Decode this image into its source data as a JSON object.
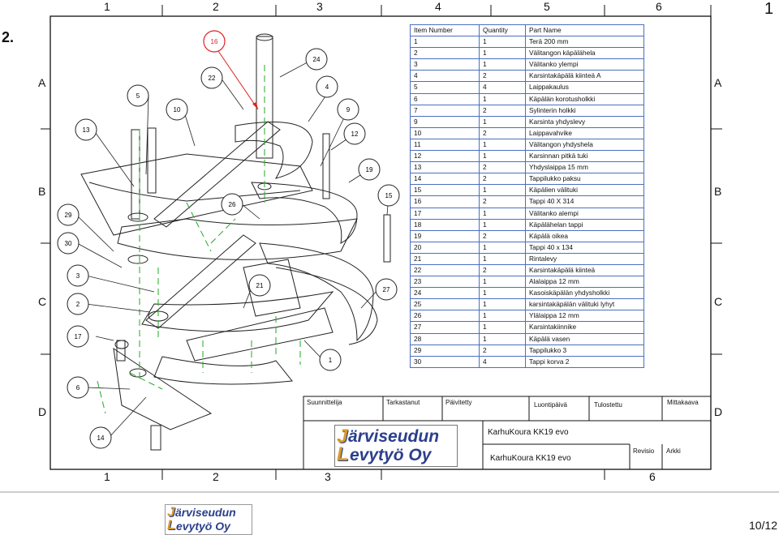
{
  "step_label": "2.",
  "sheet_number": "1",
  "page_number": "10/12",
  "grid": {
    "top": [
      "1",
      "2",
      "3",
      "4",
      "5",
      "6"
    ],
    "bottom": [
      "1",
      "2",
      "3",
      "6"
    ],
    "left": [
      "A",
      "B",
      "C",
      "D"
    ],
    "right": [
      "A",
      "B",
      "C",
      "D"
    ]
  },
  "bom": {
    "headers": [
      "Item Number",
      "Quantity",
      "Part Name"
    ],
    "rows": [
      [
        "1",
        "1",
        "Terä 200 mm"
      ],
      [
        "2",
        "1",
        "Välitangon käpälähela"
      ],
      [
        "3",
        "1",
        "Välitanko ylempi"
      ],
      [
        "4",
        "2",
        "Karsintakäpälä kiinteä A"
      ],
      [
        "5",
        "4",
        "Laippakaulus"
      ],
      [
        "6",
        "1",
        "Käpälän korotusholkki"
      ],
      [
        "7",
        "2",
        "Sylinterin holkki"
      ],
      [
        "9",
        "1",
        "Karsinta yhdyslevy"
      ],
      [
        "10",
        "2",
        "Laippavahvike"
      ],
      [
        "11",
        "1",
        "Välitangon yhdyshela"
      ],
      [
        "12",
        "1",
        "Karsinnan pitkä tuki"
      ],
      [
        "13",
        "2",
        "Yhdyslaippa 15 mm"
      ],
      [
        "14",
        "2",
        "Tappilukko paksu"
      ],
      [
        "15",
        "1",
        "Käpälien välituki"
      ],
      [
        "16",
        "2",
        "Tappi 40 X 314"
      ],
      [
        "17",
        "1",
        "Välitanko alempi"
      ],
      [
        "18",
        "1",
        "Käpälähelan tappi"
      ],
      [
        "19",
        "2",
        "Käpälä oikea"
      ],
      [
        "20",
        "1",
        "Tappi 40 x 134"
      ],
      [
        "21",
        "1",
        "Rintalevy"
      ],
      [
        "22",
        "2",
        "Karsintakäpälä kiinteä"
      ],
      [
        "23",
        "1",
        "Alalaippa 12 mm"
      ],
      [
        "24",
        "1",
        "Kasoiskäpälän yhdysholkki"
      ],
      [
        "25",
        "1",
        "karsintakäpälän välituki lyhyt"
      ],
      [
        "26",
        "1",
        "Ylälaippa 12 mm"
      ],
      [
        "27",
        "1",
        "Karsintakiinnike"
      ],
      [
        "28",
        "1",
        "Käpälä vasen"
      ],
      [
        "29",
        "2",
        "Tappilukko 3"
      ],
      [
        "30",
        "4",
        "Tappi korva 2"
      ]
    ]
  },
  "title_block": {
    "headers": [
      "Suunnittelija",
      "Tarkastanut",
      "Päivitetty",
      "Luontipäivä",
      "Tulostettu",
      "Mittakaava"
    ],
    "title": "KarhuKoura KK19 evo",
    "subtitle": "KarhuKoura KK19 evo",
    "revision_label": "Revisio",
    "sheet_label": "Arkki"
  },
  "logo": {
    "line1": "ärviseudun",
    "line2": "evytyö Oy",
    "initial1": "J",
    "initial2": "L"
  },
  "balloons": [
    "16",
    "24",
    "22",
    "4",
    "5",
    "10",
    "9",
    "13",
    "12",
    "19",
    "15",
    "26",
    "29",
    "30",
    "3",
    "21",
    "27",
    "2",
    "17",
    "1",
    "6",
    "14"
  ],
  "colors": {
    "border": "#111111",
    "bom_grid": "#4a6fc0",
    "highlight": "#e02020",
    "centerline": "#22aa22",
    "logo_dark": "#2b3f8c",
    "logo_gold": "#d79b2a"
  }
}
